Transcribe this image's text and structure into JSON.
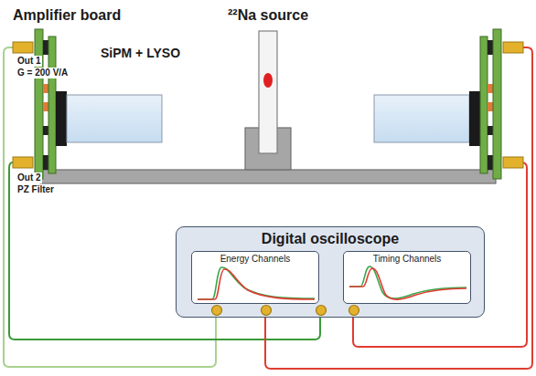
{
  "diagram": {
    "nodes": [
      {
        "text": [
          "Digital oscilloscope"
        ]
      },
      {
        "text": [
          "Energy Channels"
        ],
        "in": 0
      },
      {
        "text": [
          "Timing Channels"
        ],
        "in": 0
      }
    ],
    "labels": [
      "Amplifier board",
      "²²Na source",
      "SiPM + LYSO",
      "Out 1",
      "G = 200 V/A",
      "Out 2",
      "PZ Filter"
    ]
  }
}
